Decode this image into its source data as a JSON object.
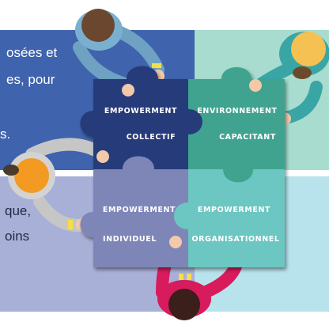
{
  "colors": {
    "top_left_bg": "#3f63ad",
    "top_right_bg": "#a7dccf",
    "bottom_left_bg": "#a9b0d8",
    "bottom_right_bg": "#b8e3ec",
    "piece_collectif": "#283a7a",
    "piece_environnement": "#3fa390",
    "piece_individuel": "#7e86b8",
    "piece_organisationnel": "#6cc6c1",
    "text": "#1f2a44"
  },
  "text_fragments": {
    "line1": "osées et",
    "line2": "es,  pour",
    "line3": "s.",
    "line4": "que,",
    "line5": "oins"
  },
  "pieces": {
    "collectif": {
      "line1": "EMPOWERMENT",
      "line2": "COLLECTIF"
    },
    "environnement": {
      "line1": "ENVIRONNEMENT",
      "line2": "CAPACITANT"
    },
    "individuel": {
      "line1": "EMPOWERMENT",
      "line2": "INDIVIDUEL"
    },
    "organisationnel": {
      "line1": "EMPOWERMENT",
      "line2": "ORGANISATIONNEL"
    }
  }
}
